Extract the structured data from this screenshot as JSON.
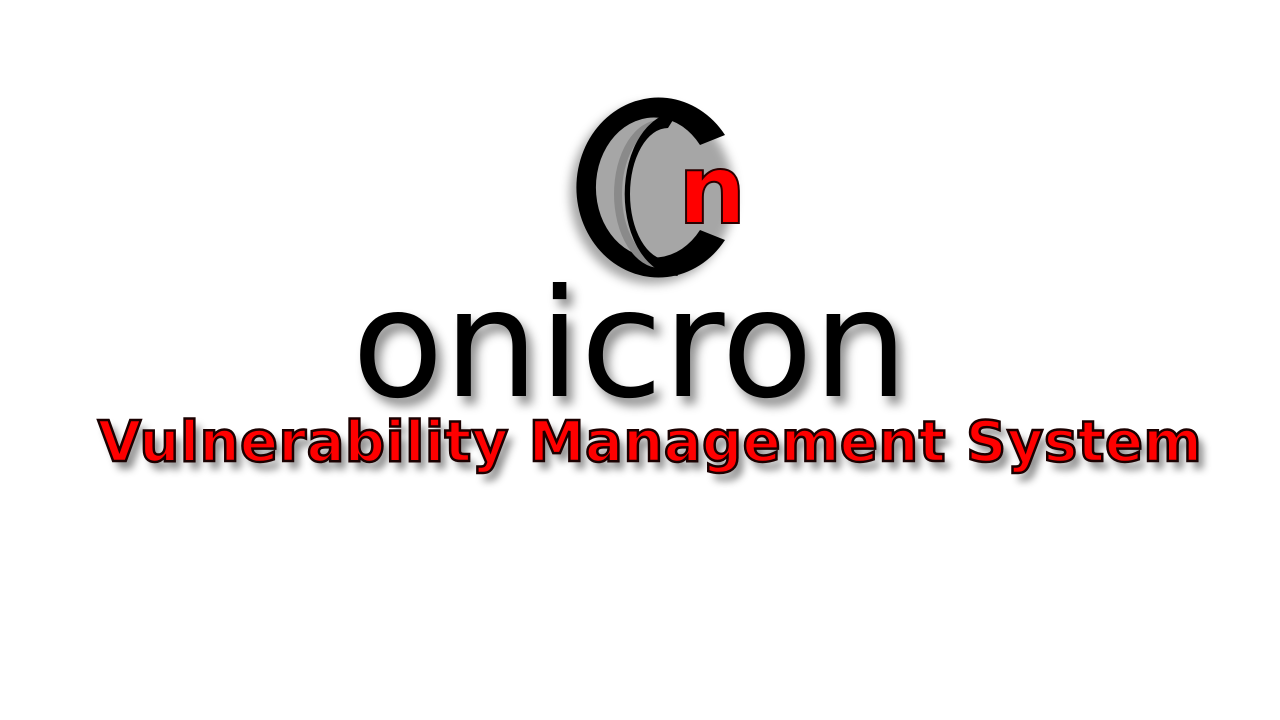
{
  "logo": {
    "icon": "onicron-logo-icon",
    "mark_letter": "n",
    "accent_color": "#ff0000",
    "ring_color": "#000000"
  },
  "brand": {
    "name": "onicron",
    "tagline": "Vulnerability Management System"
  }
}
